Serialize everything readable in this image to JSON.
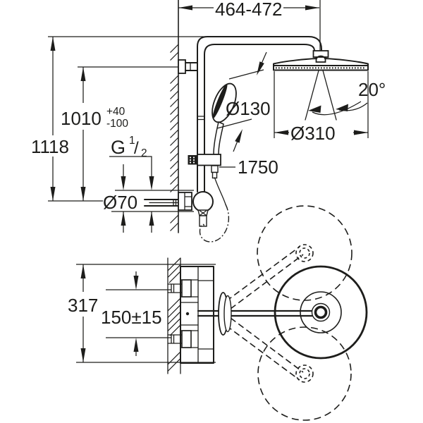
{
  "drawing": {
    "type": "technical-dimension-drawing",
    "product": "thermostatic shower system with head shower and hand shower",
    "views": {
      "side": "wall-mounted side elevation",
      "top": "plan view with swivel range"
    },
    "line_color": "#1d1d1b",
    "background_color": "#ffffff"
  },
  "dimensions": {
    "arm_reach": "464-472",
    "riser_height": "1010",
    "riser_height_tolerance_plus": "+40",
    "riser_height_tolerance_minus": "-100",
    "overall_height": "1118",
    "thread_letter": "G",
    "thread_numerator": "1",
    "thread_slash": "/",
    "thread_denominator": "2",
    "escutcheon_diameter": "Ø70",
    "hand_shower_diameter": "Ø130",
    "hose_length": "1750",
    "swivel_angle": "20°",
    "head_shower_diameter": "Ø310",
    "valve_trim_height": "317",
    "supply_centers": "150±15"
  }
}
